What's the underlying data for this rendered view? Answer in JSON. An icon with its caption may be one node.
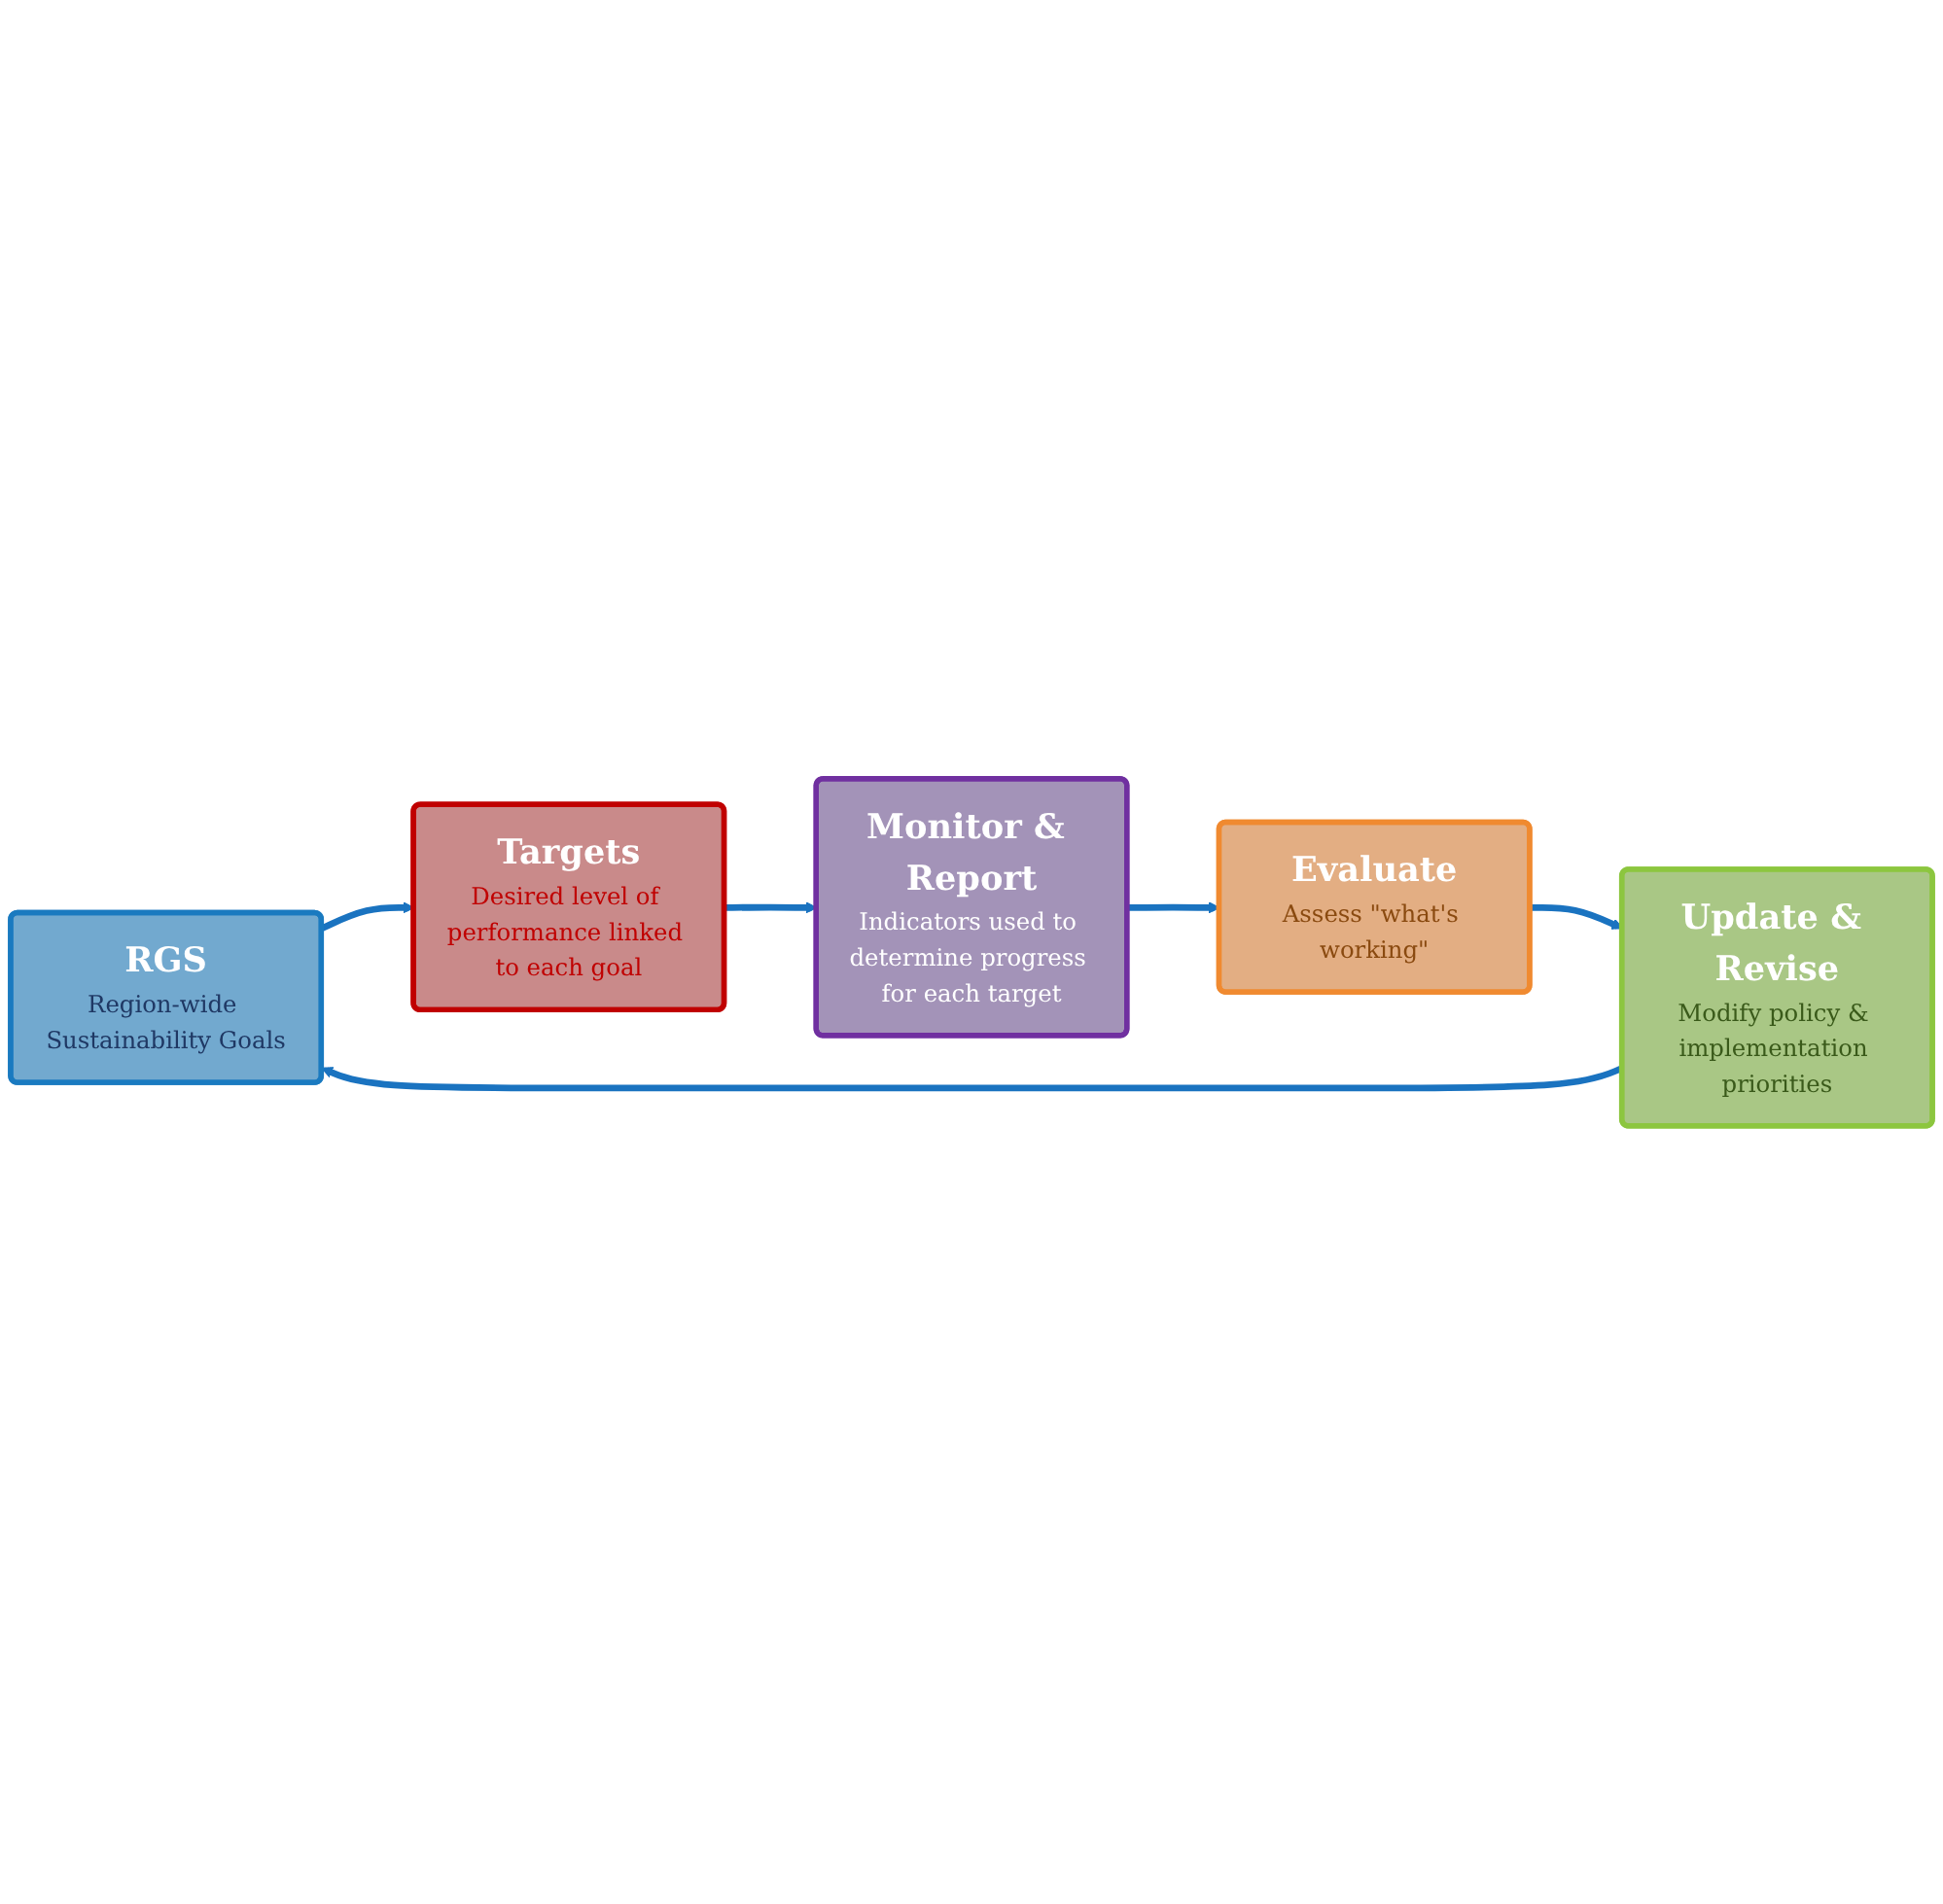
{
  "diagram": {
    "nodes": [
      {
        "text": [
          "RGS",
          "Region-wide Sustainability Goals"
        ]
      },
      {
        "text": [
          "Targets",
          "Desired level of performance linked to each goal"
        ]
      },
      {
        "text": [
          "Monitor & Report",
          "Indicators used to determine progress for each target"
        ]
      },
      {
        "text": [
          "Evaluate",
          "Assess \"what's working\""
        ]
      },
      {
        "text": [
          "Update & Revise",
          "Modify policy & implementation priorities"
        ]
      }
    ],
    "edges": [
      {
        "from": 0,
        "to": 1,
        "arrow": "to"
      },
      {
        "from": 1,
        "to": 2,
        "arrow": "to"
      },
      {
        "from": 2,
        "to": 3,
        "arrow": "to"
      },
      {
        "from": 3,
        "to": 4,
        "arrow": "to"
      },
      {
        "from": 4,
        "to": 0,
        "arrow": "to"
      }
    ]
  }
}
